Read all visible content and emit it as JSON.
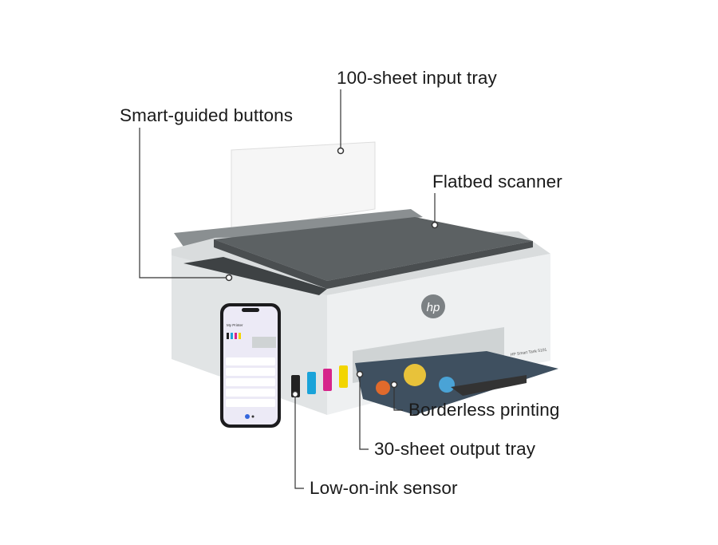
{
  "callouts": {
    "input_tray": "100-sheet input tray",
    "buttons": "Smart-guided buttons",
    "scanner": "Flatbed scanner",
    "borderless": "Borderless printing",
    "output_tray": "30-sheet output tray",
    "ink_sensor": "Low-on-ink sensor"
  },
  "printer": {
    "brand_logo": "hp",
    "model_label": "HP Smart Tank 5101"
  },
  "phone": {
    "title": "My Printer"
  },
  "colors": {
    "line": "#333333",
    "printer_body": "#eceeef",
    "lid": "#5c6163",
    "ink_cyan": "#1aa3d9",
    "ink_magenta": "#d6248a",
    "ink_yellow": "#f2d500",
    "ink_black": "#222222"
  }
}
